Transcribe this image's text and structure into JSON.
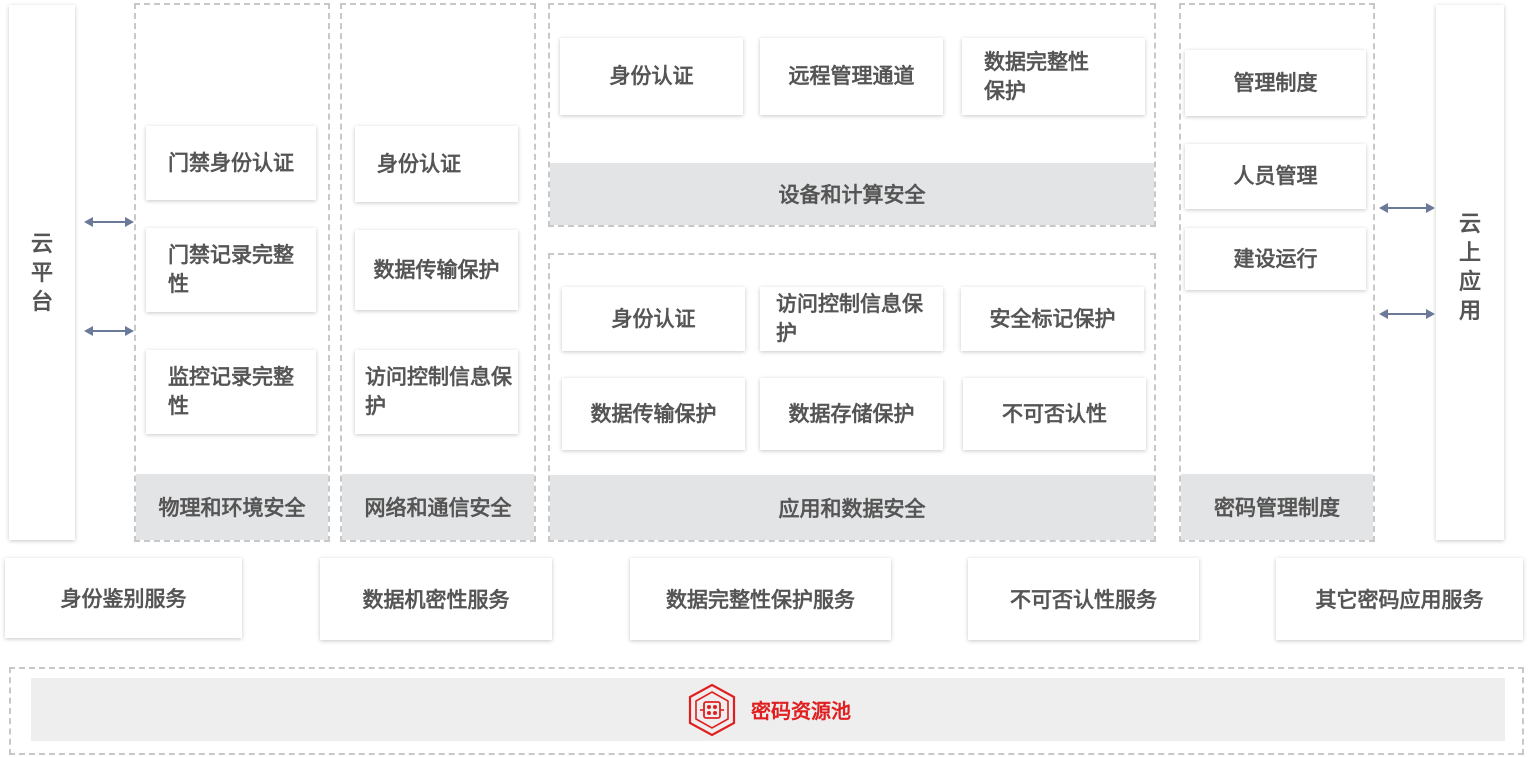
{
  "cloud_platform": {
    "label": "云平台"
  },
  "cloud_apps": {
    "label": "云上应用"
  },
  "physical": {
    "band": "物理和环境安全",
    "items": [
      "门禁身份认证",
      "门禁记录完整性",
      "监控记录完整性"
    ]
  },
  "network": {
    "band": "网络和通信安全",
    "items": [
      "身份认证",
      "数据传输保护",
      "访问控制信息保护"
    ]
  },
  "device": {
    "band": "设备和计算安全",
    "items": [
      "身份认证",
      "远程管理通道",
      "数据完整性保护"
    ]
  },
  "application": {
    "band": "应用和数据安全",
    "items": [
      "身份认证",
      "访问控制信息保护",
      "安全标记保护",
      "数据传输保护",
      "数据存储保护",
      "不可否认性"
    ]
  },
  "management": {
    "band": "密码管理制度",
    "items": [
      "管理制度",
      "人员管理",
      "建设运行"
    ]
  },
  "services": [
    "身份鉴别服务",
    "数据机密性服务",
    "数据完整性保护服务",
    "不可否认性服务",
    "其它密码应用服务"
  ],
  "resource_pool": {
    "label": "密码资源池",
    "icon": "crypto-pool-icon",
    "color": "#e02020"
  },
  "colors": {
    "band": "#e3e4e6",
    "arrow": "#6b7a99",
    "dash": "#c8c8c8"
  }
}
